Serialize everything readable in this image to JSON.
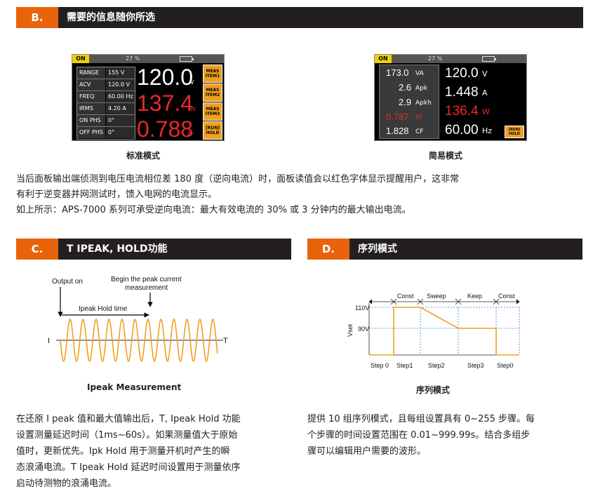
{
  "section_b": {
    "badge": "B.",
    "title": "需要的信息随你所选"
  },
  "std_panel": {
    "on": "ON",
    "percent": "27 %",
    "rows": [
      {
        "k": "RANGE",
        "v": "155 V"
      },
      {
        "k": "ACV",
        "v": "120.0 V"
      },
      {
        "k": "FREQ",
        "v": "60.00 Hz"
      },
      {
        "k": "IRMS",
        "v": "4.20 A"
      },
      {
        "k": "ON PHS",
        "v": "0°"
      },
      {
        "k": "OFF PHS",
        "v": "0°"
      }
    ],
    "big1": "120.0",
    "unit1": "V",
    "big2": "137.4",
    "unit2": "W",
    "big3": "0.788",
    "unit3": "PF",
    "btn1": "MEAS ITEM1",
    "btn2": "MEAS ITEM2",
    "btn3": "MEAS ITEM3",
    "btn4": "[RUN] HOLD"
  },
  "simple_panel": {
    "on": "ON",
    "percent": "27 %",
    "l1": "173.0",
    "l1u": "VA",
    "l2": "2.6",
    "l2u": "Apk",
    "l3": "2.9",
    "l3u": "Apkh",
    "l4": "0.787",
    "l4u": "PF",
    "l5": "1.828",
    "l5u": "CF",
    "r1": "120.0",
    "r1u": "V",
    "r2": "1.448",
    "r2u": "A",
    "r3": "136.4",
    "r3u": "W",
    "r4": "60.00",
    "r4u": "Hz",
    "btn": "[RUN] HOLD"
  },
  "captions": {
    "std": "标准模式",
    "simple": "简易模式",
    "ipeak": "Ipeak Measurement",
    "seq": "序列模式"
  },
  "para_b": {
    "l1": "当后面板输出端侦测到电压电流相位差 180 度（逆向电流）时，面板读值会以红色字体显示提醒用户，这非常",
    "l2": "有利于逆变器并网测试时，馈入电网的电流显示。",
    "l3": "如上所示：APS-7000 系列可承受逆向电流：最大有效电流的 30% 或 3 分钟内的最大输出电流。"
  },
  "section_c": {
    "badge": "C.",
    "title": "T IPEAK, HOLD功能"
  },
  "section_d": {
    "badge": "D.",
    "title": "序列模式"
  },
  "ipeak_fig": {
    "output_on": "Output on",
    "begin1": "Begin the peak current",
    "begin2": "measurement",
    "hold": "Ipeak Hold time",
    "i": "I",
    "t": "T"
  },
  "seq_fig": {
    "const1": "Const",
    "sweep": "Sweep",
    "keep": "Keep",
    "const2": "Const",
    "v110": "110V",
    "v90": "90V",
    "vset": "Vset",
    "s0": "Step 0",
    "s1": "Step1",
    "s2": "Step2",
    "s3": "Step3",
    "s4": "Step0",
    "colors": {
      "line": "#f0a020",
      "grid": "#3a7bd5"
    }
  },
  "para_c": {
    "l1": "在还原 I peak 值和最大值输出后，T, Ipeak Hold 功能",
    "l2": "设置测量延迟时间（1ms~60s）。如果测量值大于原始",
    "l3": "值时，更新优先。Ipk Hold 用于测量开机时产生的瞬",
    "l4": "态浪涌电流。T Ipeak Hold 延迟时间设置用于测量依序",
    "l5": "启动待测物的浪涌电流。"
  },
  "para_d": {
    "l1": "提供 10 组序列模式，且每组设置具有 0~255 步骤。每",
    "l2": "个步骤的时间设置范围在 0.01~999.99s。结合多组步",
    "l3": "骤可以编辑用户需要的波形。"
  }
}
